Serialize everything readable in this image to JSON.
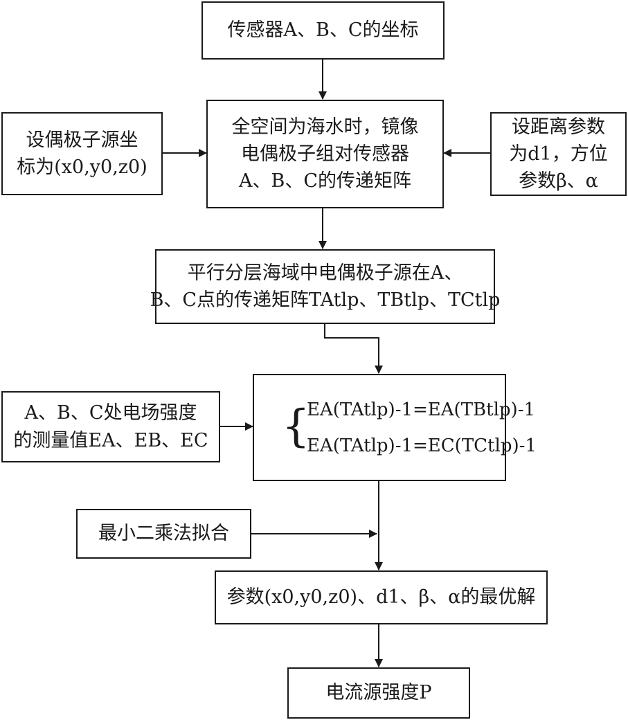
{
  "nodes": {
    "sensor_coords": {
      "text": "传感器A、B、C的坐标"
    },
    "dipole_coords": {
      "line1": "设偶极子源坐",
      "line2": "标为(x0,y0,z0)"
    },
    "transfer_full": {
      "line1": "全空间为海水时，镜像",
      "line2": "电偶极子组对传感器",
      "line3": "A、B、C的传递矩阵"
    },
    "params": {
      "line1": "设距离参数",
      "line2": "为d1，方位",
      "line3": "参数β、α"
    },
    "layered": {
      "line1": "平行分层海域中电偶极子源在A、",
      "line2": "B、C点的传递矩阵TAtlp、TBtlp、TCtlp"
    },
    "measured": {
      "line1": "A、B、C处电场强度",
      "line2": "的测量值EA、EB、EC"
    },
    "equations": {
      "eq1": "EA(TAtlp)-1=EA(TBtlp)-1",
      "eq2": "EA(TAtlp)-1=EC(TCtlp)-1"
    },
    "least_squares": {
      "text": "最小二乘法拟合"
    },
    "optimal": {
      "text": "参数(x0,y0,z0)、d1、β、α的最优解"
    },
    "source_strength": {
      "text": "电流源强度P"
    }
  },
  "colors": {
    "stroke": "#1a1a1a",
    "background": "#ffffff"
  }
}
